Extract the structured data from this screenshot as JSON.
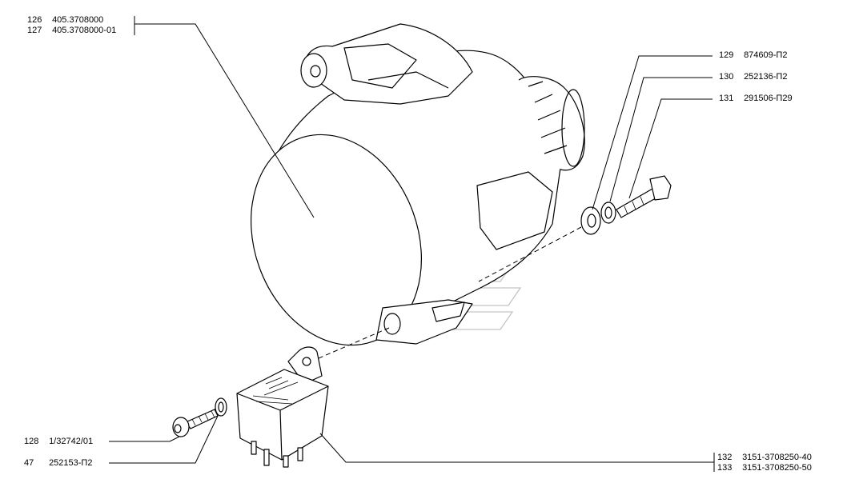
{
  "callouts": {
    "c126": {
      "num": "126",
      "part": "405.3708000"
    },
    "c127": {
      "num": "127",
      "part": "405.3708000-01"
    },
    "c129": {
      "num": "129",
      "part": "874609-П2"
    },
    "c130": {
      "num": "130",
      "part": "252136-П2"
    },
    "c131": {
      "num": "131",
      "part": "291506-П29"
    },
    "c128": {
      "num": "128",
      "part": "1/32742/01"
    },
    "c47": {
      "num": "47",
      "part": "252153-П2"
    },
    "c132": {
      "num": "132",
      "part": "3151-3708250-40"
    },
    "c133": {
      "num": "133",
      "part": "3151-3708250-50"
    }
  },
  "colors": {
    "line": "#000000",
    "watermark": "#bfbfbf",
    "background": "#ffffff"
  }
}
